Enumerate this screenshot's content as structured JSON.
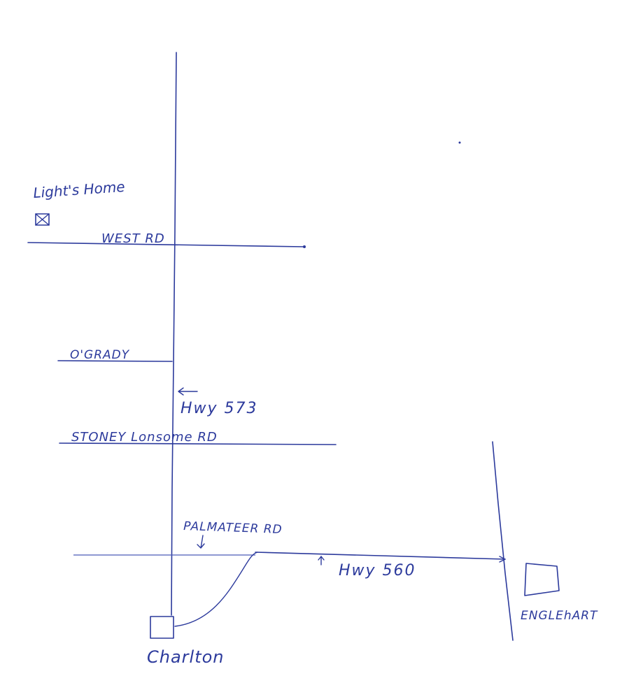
{
  "map": {
    "lights_home": "Light's Home",
    "west_rd": "WEST RD",
    "ogrady": "O'GRADY",
    "hwy573": "Hwy 573",
    "stoney_lonsome": "STONEY Lonsome RD",
    "palmateer": "PALMATEER RD",
    "hwy560": "Hwy 560",
    "charlton": "Charlton",
    "englehart": "ENGLEhART"
  },
  "colors": {
    "ink": "#2c3a9c",
    "paper": "#ffffff"
  }
}
